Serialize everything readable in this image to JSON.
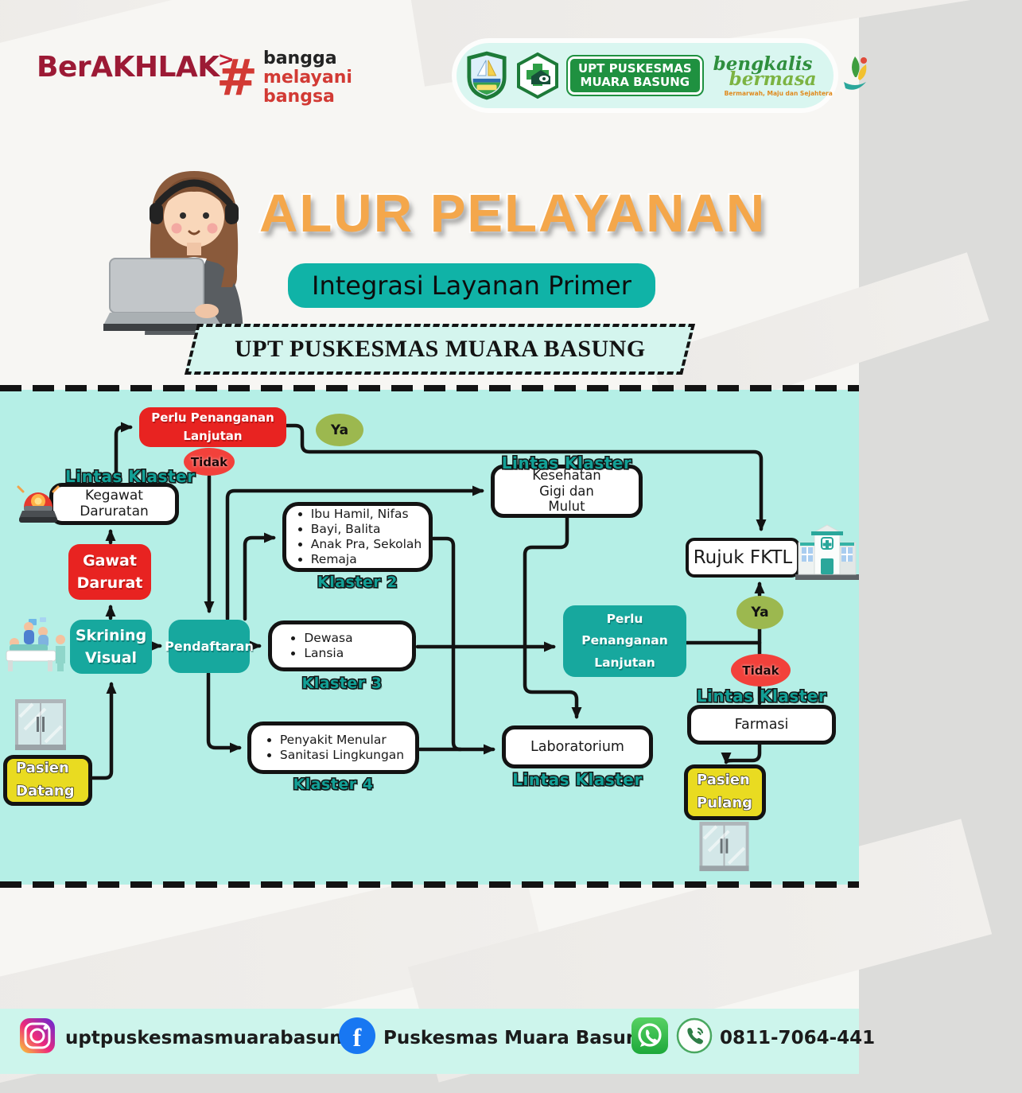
{
  "header": {
    "berakhlak": "BerAKHLAK",
    "berakhlak_arrow_glyph": ">",
    "hash_glyph": "#",
    "tagline_line1": "bangga",
    "tagline_line2": "melayani",
    "tagline_line3": "bangsa",
    "puskesmas_badge_line1": "UPT PUSKESMAS",
    "puskesmas_badge_line2": "MUARA BASUNG",
    "bengkalis_word1": "bengkalis",
    "bengkalis_word2": "bermasa",
    "bengkalis_tagline": "Bermarwah, Maju dan Sejahtera"
  },
  "title": {
    "main": "ALUR PELAYANAN",
    "subtitle": "Integrasi Layanan Primer",
    "organization": "UPT PUSKESMAS MUARA BASUNG"
  },
  "flowchart": {
    "lintas_klaster_label": "Lintas Klaster",
    "nodes": {
      "perlu_penanganan_top": "Perlu Penanganan Lanjutan",
      "ya_top": "Ya",
      "tidak_top": "Tidak",
      "kegawat_daruratan": "Kegawat Daruratan",
      "gawat_darurat": "Gawat Darurat",
      "skrining_visual": "Skrining Visual",
      "pendaftaran": "Pendaftaran",
      "pasien_datang": "Pasien Datang",
      "kesehatan_gigi": "Kesehatan Gigi dan Mulut",
      "rujuk_fktl": "Rujuk FKTL",
      "perlu_penanganan_right": "Perlu Penanganan Lanjutan",
      "ya_right": "Ya",
      "tidak_right": "Tidak",
      "farmasi": "Farmasi",
      "laboratorium": "Laboratorium",
      "pasien_pulang": "Pasien Pulang"
    },
    "klaster2": {
      "label": "Klaster 2",
      "items": [
        "Ibu Hamil, Nifas",
        "Bayi, Balita",
        "Anak Pra, Sekolah",
        "Remaja"
      ]
    },
    "klaster3": {
      "label": "Klaster 3",
      "items": [
        "Dewasa",
        "Lansia"
      ]
    },
    "klaster4": {
      "label": "Klaster 4",
      "items": [
        "Penyakit Menular",
        "Sanitasi Lingkungan"
      ]
    }
  },
  "footer": {
    "instagram_handle": "uptpuskesmasmuarabasung",
    "facebook_name": "Puskesmas Muara Basung",
    "facebook_glyph": "f",
    "phone_number": "0811-7064-441"
  },
  "colors": {
    "mint_background": "#b5efe6",
    "teal_box": "#17a89e",
    "red_box": "#e82321",
    "yellow_box": "#e9db21",
    "green_oval": "#9cb84f",
    "red_oval": "#f2413b",
    "title_orange": "#f4a74b",
    "label_teal": "#12a096"
  }
}
